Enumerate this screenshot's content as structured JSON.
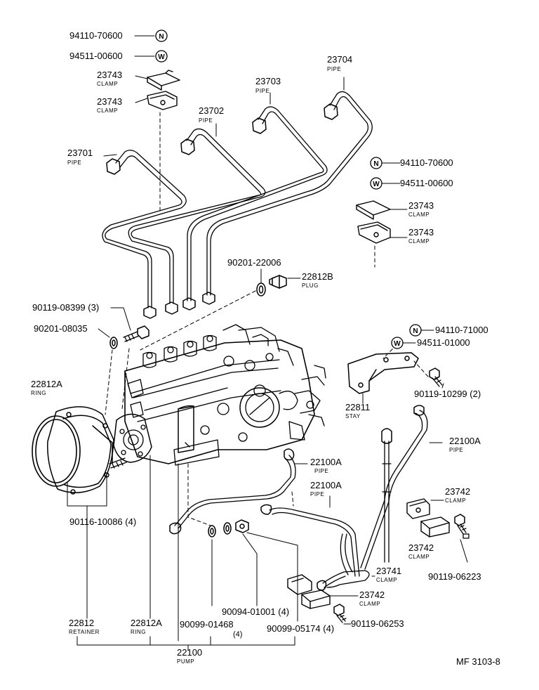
{
  "callouts": [
    {
      "id": "c1",
      "part": "94110-70600",
      "sub": ""
    },
    {
      "id": "c2",
      "part": "94511-00600",
      "sub": ""
    },
    {
      "id": "c3",
      "part": "23743",
      "sub": "CLAMP"
    },
    {
      "id": "c4",
      "part": "23743",
      "sub": "CLAMP"
    },
    {
      "id": "c5",
      "part": "23704",
      "sub": "PIPE"
    },
    {
      "id": "c6",
      "part": "23703",
      "sub": "PIPE"
    },
    {
      "id": "c7",
      "part": "23702",
      "sub": "PIPE"
    },
    {
      "id": "c8",
      "part": "23701",
      "sub": "PIPE"
    },
    {
      "id": "c9",
      "part": "94110-70600",
      "sub": ""
    },
    {
      "id": "c10",
      "part": "94511-00600",
      "sub": ""
    },
    {
      "id": "c11",
      "part": "23743",
      "sub": "CLAMP"
    },
    {
      "id": "c12",
      "part": "23743",
      "sub": "CLAMP"
    },
    {
      "id": "c13",
      "part": "90201-22006",
      "sub": ""
    },
    {
      "id": "c14",
      "part": "22812B",
      "sub": "PLUG"
    },
    {
      "id": "c15",
      "part": "90119-08399 (3)",
      "sub": ""
    },
    {
      "id": "c16",
      "part": "90201-08035",
      "sub": ""
    },
    {
      "id": "c17",
      "part": "94110-71000",
      "sub": ""
    },
    {
      "id": "c18",
      "part": "94511-01000",
      "sub": ""
    },
    {
      "id": "c19",
      "part": "22812A",
      "sub": "RING"
    },
    {
      "id": "c20",
      "part": "90119-10299 (2)",
      "sub": ""
    },
    {
      "id": "c21",
      "part": "22811",
      "sub": "STAY"
    },
    {
      "id": "c22",
      "part": "22100A",
      "sub": "PIPE"
    },
    {
      "id": "c23",
      "part": "22100A",
      "sub": "PIPE"
    },
    {
      "id": "c24",
      "part": "22100A",
      "sub": "PIPE"
    },
    {
      "id": "c25",
      "part": "23742",
      "sub": "CLAMP"
    },
    {
      "id": "c26",
      "part": "90116-10086 (4)",
      "sub": ""
    },
    {
      "id": "c27",
      "part": "23742",
      "sub": "CLAMP"
    },
    {
      "id": "c28",
      "part": "90119-06223",
      "sub": ""
    },
    {
      "id": "c29",
      "part": "23741",
      "sub": "CLAMP"
    },
    {
      "id": "c30",
      "part": "23742",
      "sub": "CLAMP"
    },
    {
      "id": "c31",
      "part": "90094-01001 (4)",
      "sub": ""
    },
    {
      "id": "c32",
      "part": "90119-06253",
      "sub": ""
    },
    {
      "id": "c33",
      "part": "22812",
      "sub": "RETAINER"
    },
    {
      "id": "c34",
      "part": "22812A",
      "sub": "RING"
    },
    {
      "id": "c35",
      "part": "90099-01468",
      "sub": "(4)"
    },
    {
      "id": "c36",
      "part": "90099-05174 (4)",
      "sub": ""
    },
    {
      "id": "c37",
      "part": "22100",
      "sub": "PUMP"
    }
  ],
  "markers": {
    "nut": "N",
    "washer": "W"
  },
  "figure_code": "MF 3103-8"
}
